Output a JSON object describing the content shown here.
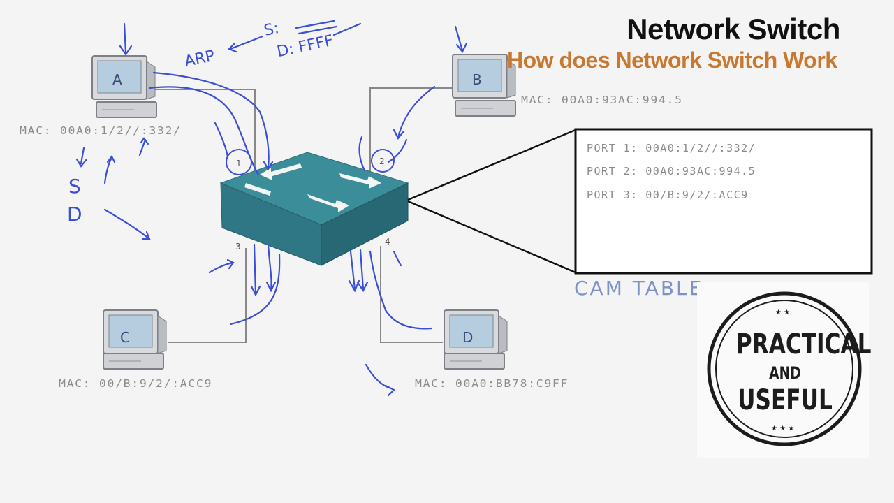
{
  "header": {
    "title": "Network Switch",
    "subtitle": "How does Network Switch Work"
  },
  "computers": [
    {
      "letter": "A",
      "mac": "MAC: 00A0:1/2//:332/"
    },
    {
      "letter": "B",
      "mac": "MAC: 00A0:93AC:994.5"
    },
    {
      "letter": "C",
      "mac": "MAC: 00/B:9/2/:ACC9"
    },
    {
      "letter": "D",
      "mac": "MAC: 00A0:BB78:C9FF"
    }
  ],
  "ports": [
    "1",
    "2",
    "3",
    "4"
  ],
  "cam_table": {
    "rows": [
      "PORT 1: 00A0:1/2//:332/",
      "PORT 2: 00A0:93AC:994.5",
      "PORT 3: 00/B:9/2/:ACC9"
    ],
    "caption": "CAM TABLE"
  },
  "annotations": {
    "arp": "ARP",
    "source": "S:",
    "dest": "D: FFFF",
    "s_letter": "S",
    "d_letter": "D"
  },
  "stamp": {
    "line1": "PRACTICAL",
    "line2": "AND",
    "line3": "USEFUL"
  },
  "colors": {
    "ink": "#3b4fd6",
    "switch_top": "#3b8d99",
    "subtitle": "#c9792f"
  }
}
